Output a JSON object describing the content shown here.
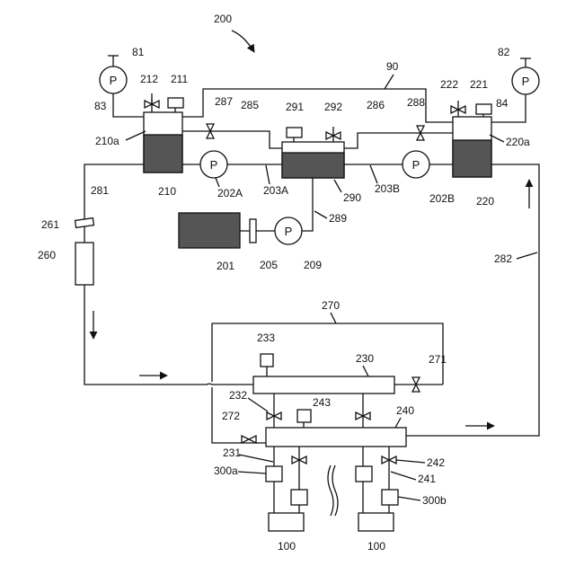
{
  "labels": {
    "system": "200",
    "pipe_top": "90",
    "gauge_left": "81",
    "gauge_right": "82",
    "pipe_83": "83",
    "pipe_84": "84",
    "valve_212": "212",
    "sensor_211": "211",
    "valve_222": "222",
    "sensor_221": "221",
    "tank_left_space": "210a",
    "tank_right_space": "220a",
    "tank_left": "210",
    "tank_right": "220",
    "valve_287": "287",
    "pipe_285": "285",
    "sensor_291": "291",
    "valve_292": "292",
    "pipe_286": "286",
    "valve_288": "288",
    "pump_left": "202A",
    "pump_right": "202B",
    "pipe_203a": "203A",
    "pipe_203b": "203B",
    "tank_mid": "290",
    "pipe_281": "281",
    "sensor_261": "261",
    "filter_260": "260",
    "source_201": "201",
    "filter_205": "205",
    "pump_209": "209",
    "pipe_289": "289",
    "pipe_282": "282",
    "bypass_270": "270",
    "sensor_233": "233",
    "manifold_upper": "230",
    "valve_271": "271",
    "valve_232": "232",
    "sensor_243": "243",
    "manifold_lower": "240",
    "valve_272": "272",
    "pipe_231": "231",
    "valve_242": "242",
    "unit_300a": "300a",
    "pipe_241": "241",
    "unit_300b": "300b",
    "load_left": "100",
    "load_right": "100",
    "pump_symbol": "P"
  },
  "colors": {
    "line": "#111111",
    "fluid_fill": "#555555",
    "background": "#ffffff"
  }
}
